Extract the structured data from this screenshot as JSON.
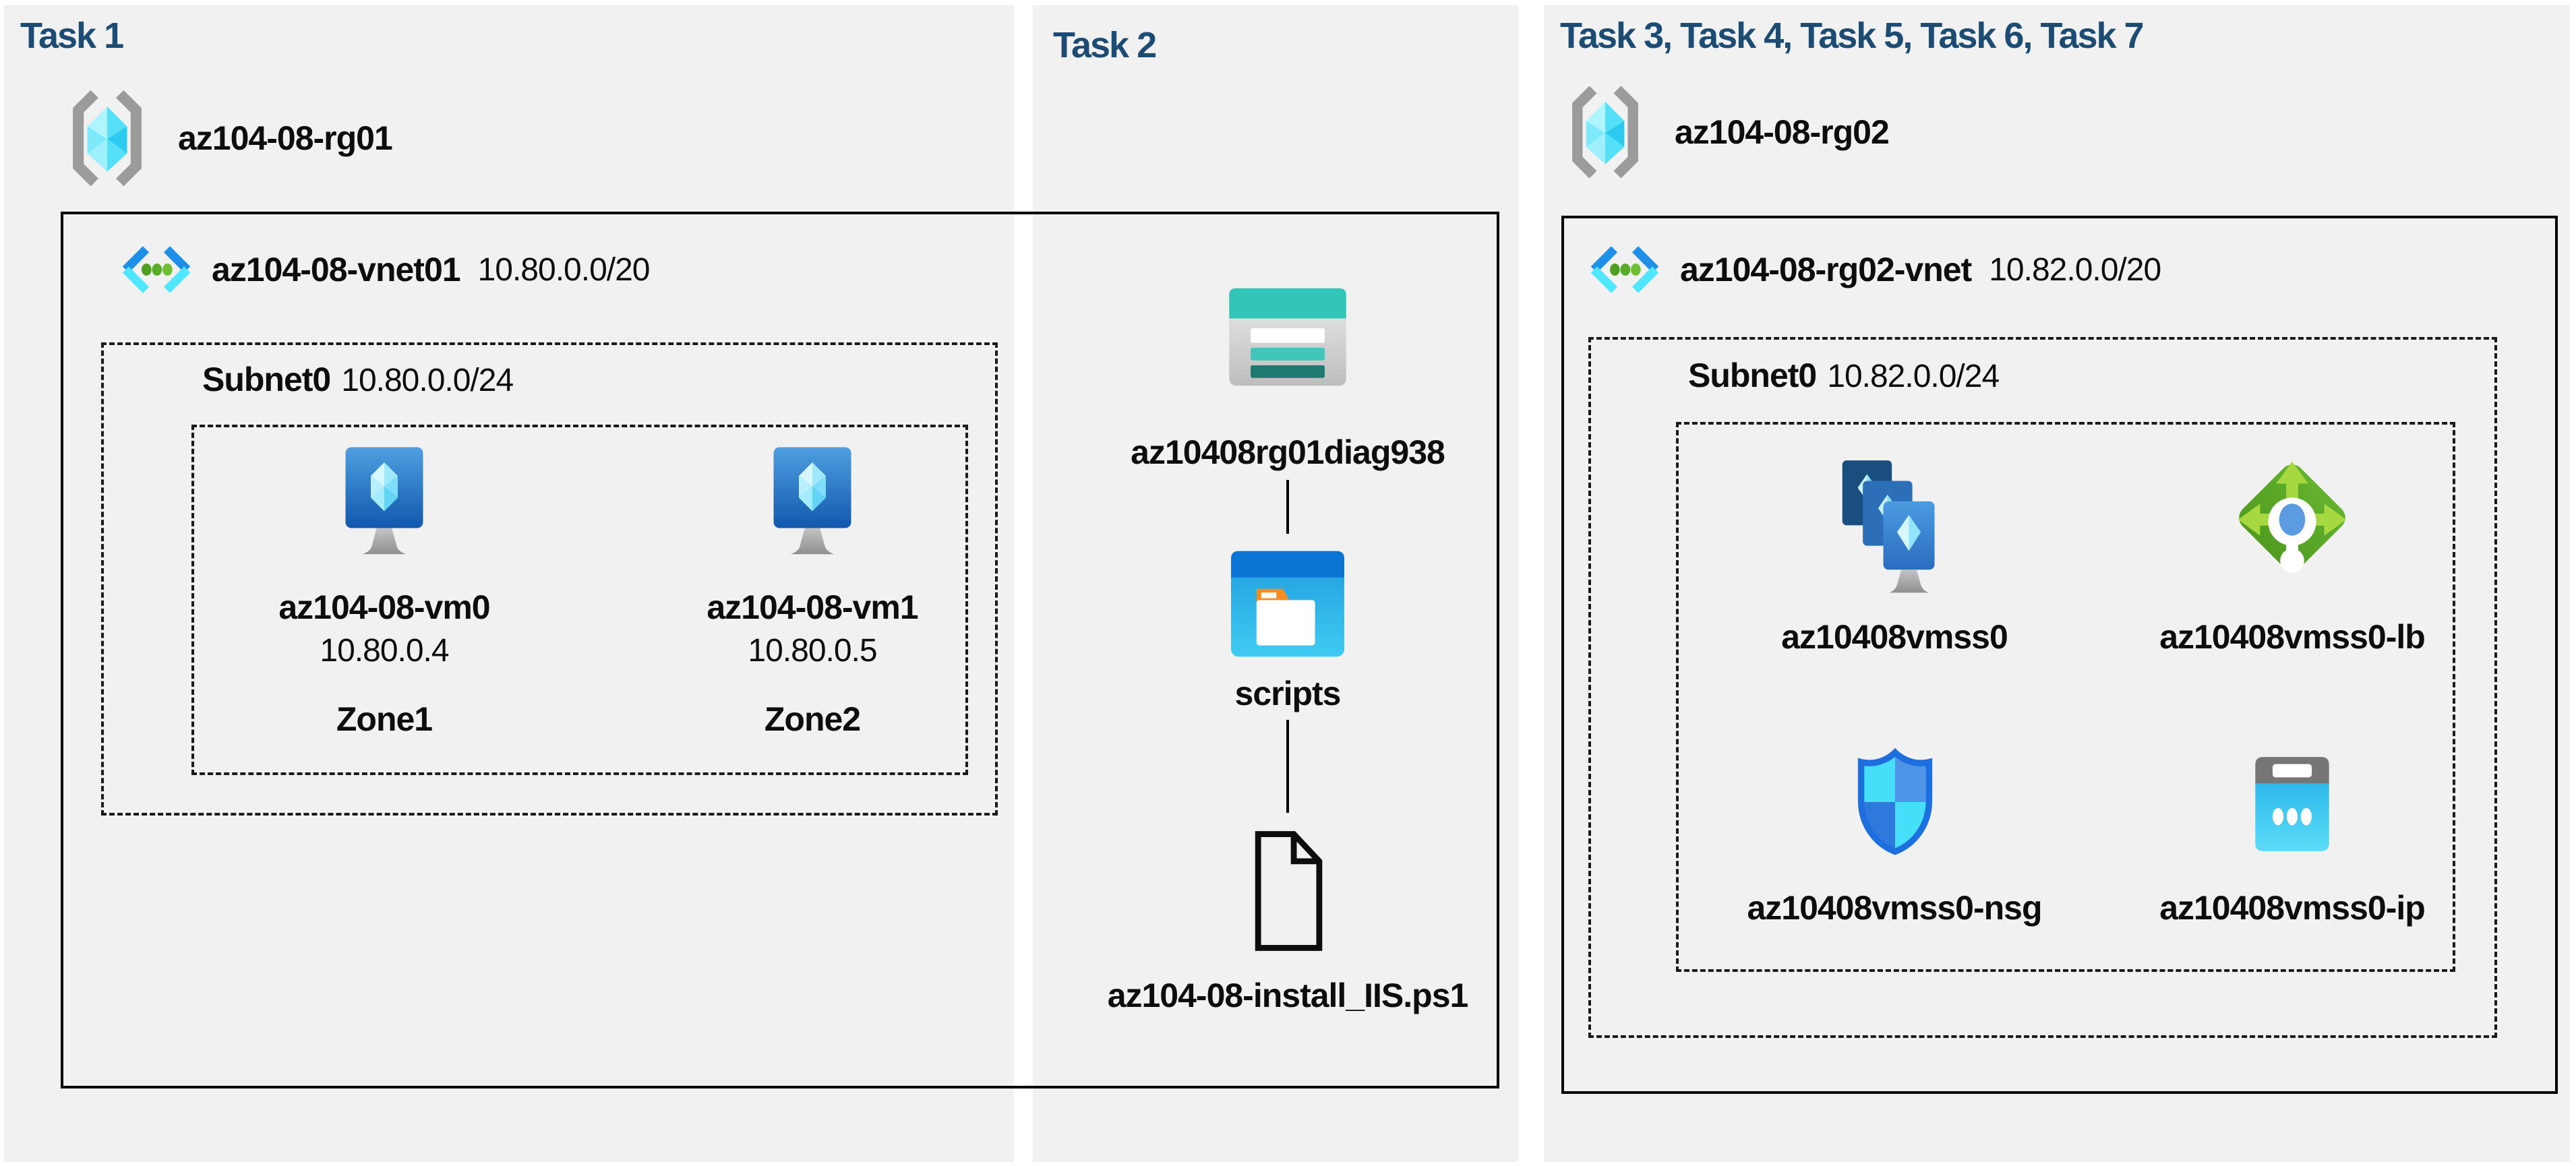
{
  "colors": {
    "panel_bg": "#f1f1f1",
    "task_header": "#1c4b74",
    "outline_black": "#000000",
    "vnet_blue": "#1e90e8",
    "vnet_cyan": "#50e6ff",
    "vnet_dot_green": "#58ac26",
    "vm_screen_blue": "#2f7cc8",
    "storage_teal": "#33c6b8",
    "storage_teal_dark": "#1e7a70",
    "folder_orange": "#f78d1e",
    "folder_topbar_blue": "#0c74d2",
    "lb_green": "#58a824",
    "lb_arrow_green": "#a6d83f",
    "nsg_border_blue": "#1d6fe0",
    "nsg_cyan": "#47def9",
    "ip_gray": "#767676",
    "ip_cyan": "#35c2ef",
    "bracket_gray": "#9b9b9b"
  },
  "panels": [
    {
      "header": "Task 1",
      "resource_group": "az104-08-rg01"
    },
    {
      "header": "Task 2"
    },
    {
      "header": "Task 3, Task 4, Task 5, Task 6, Task 7",
      "resource_group": "az104-08-rg02"
    }
  ],
  "task1": {
    "vnet_name": "az104-08-vnet01",
    "vnet_cidr": "10.80.0.0/20",
    "subnet_name": "Subnet0",
    "subnet_cidr": "10.80.0.0/24",
    "vms": [
      {
        "name": "az104-08-vm0",
        "ip": "10.80.0.4",
        "zone": "Zone1"
      },
      {
        "name": "az104-08-vm1",
        "ip": "10.80.0.5",
        "zone": "Zone2"
      }
    ]
  },
  "task2": {
    "storage_account": "az10408rg01diag938",
    "container": "scripts",
    "script_file": "az104-08-install_IIS.ps1"
  },
  "task3": {
    "vnet_name": "az104-08-rg02-vnet",
    "vnet_cidr": "10.82.0.0/20",
    "subnet_name": "Subnet0",
    "subnet_cidr": "10.82.0.0/24",
    "resources": [
      {
        "name": "az10408vmss0"
      },
      {
        "name": "az10408vmss0-lb"
      },
      {
        "name": "az10408vmss0-nsg"
      },
      {
        "name": "az10408vmss0-ip"
      }
    ]
  }
}
